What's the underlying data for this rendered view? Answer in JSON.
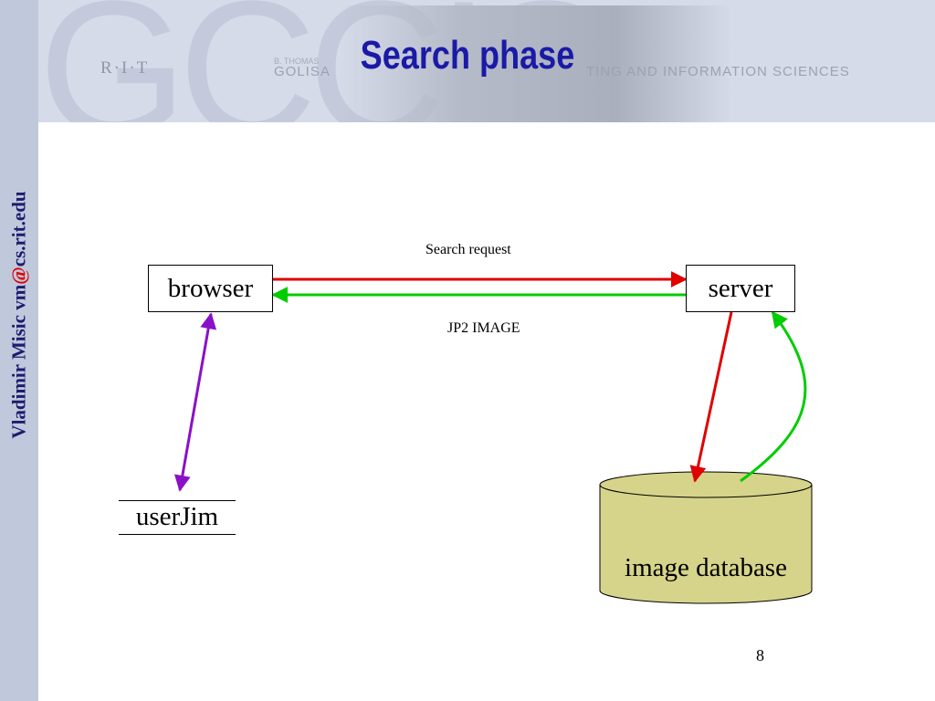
{
  "slide": {
    "title": "Search phase",
    "page_number": "8"
  },
  "sidebar": {
    "author_prefix": "Vladimir Misic vm",
    "at_symbol": "@",
    "author_suffix": "cs.rit.edu"
  },
  "banner": {
    "rit": "R·I·T",
    "thomas": "B. THOMAS",
    "golisano": "GOLISA",
    "computing": "TING AND INFORMATION SCIENCES",
    "letters": "GCCIS"
  },
  "diagram": {
    "nodes": {
      "browser": "browser",
      "server": "server",
      "actor": "userJim",
      "database": "image database"
    },
    "edges": {
      "request_label": "Search request",
      "response_label": "JP2 IMAGE"
    },
    "colors": {
      "request": "#e00000",
      "response": "#00cc00",
      "user_link": "#8a10c8",
      "database_fill": "#d6d48a"
    }
  }
}
